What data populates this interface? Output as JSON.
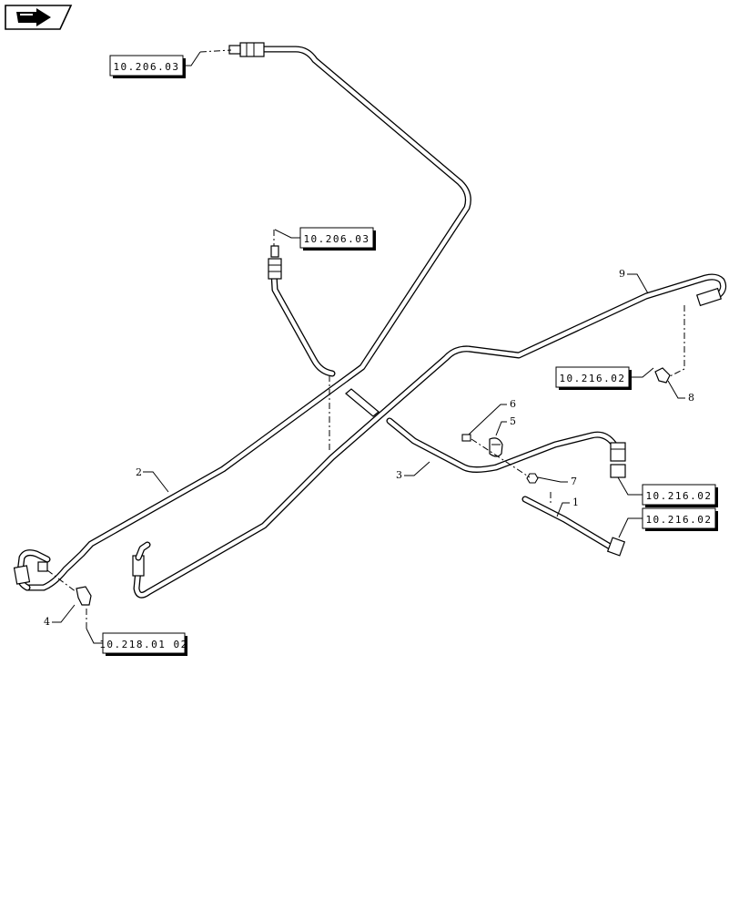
{
  "references": {
    "ref_top": "10.206.03",
    "ref_mid": "10.206.03",
    "ref_right_a": "10.216.02",
    "ref_right_b": "10.216.02",
    "ref_right_c": "10.216.02",
    "ref_bottom": "10.218.01 02"
  },
  "callouts": {
    "n1": "1",
    "n2": "2",
    "n3": "3",
    "n4": "4",
    "n5": "5",
    "n6": "6",
    "n7": "7",
    "n8": "8",
    "n9": "9"
  },
  "icons": {
    "nav": "back-arrow-icon"
  }
}
